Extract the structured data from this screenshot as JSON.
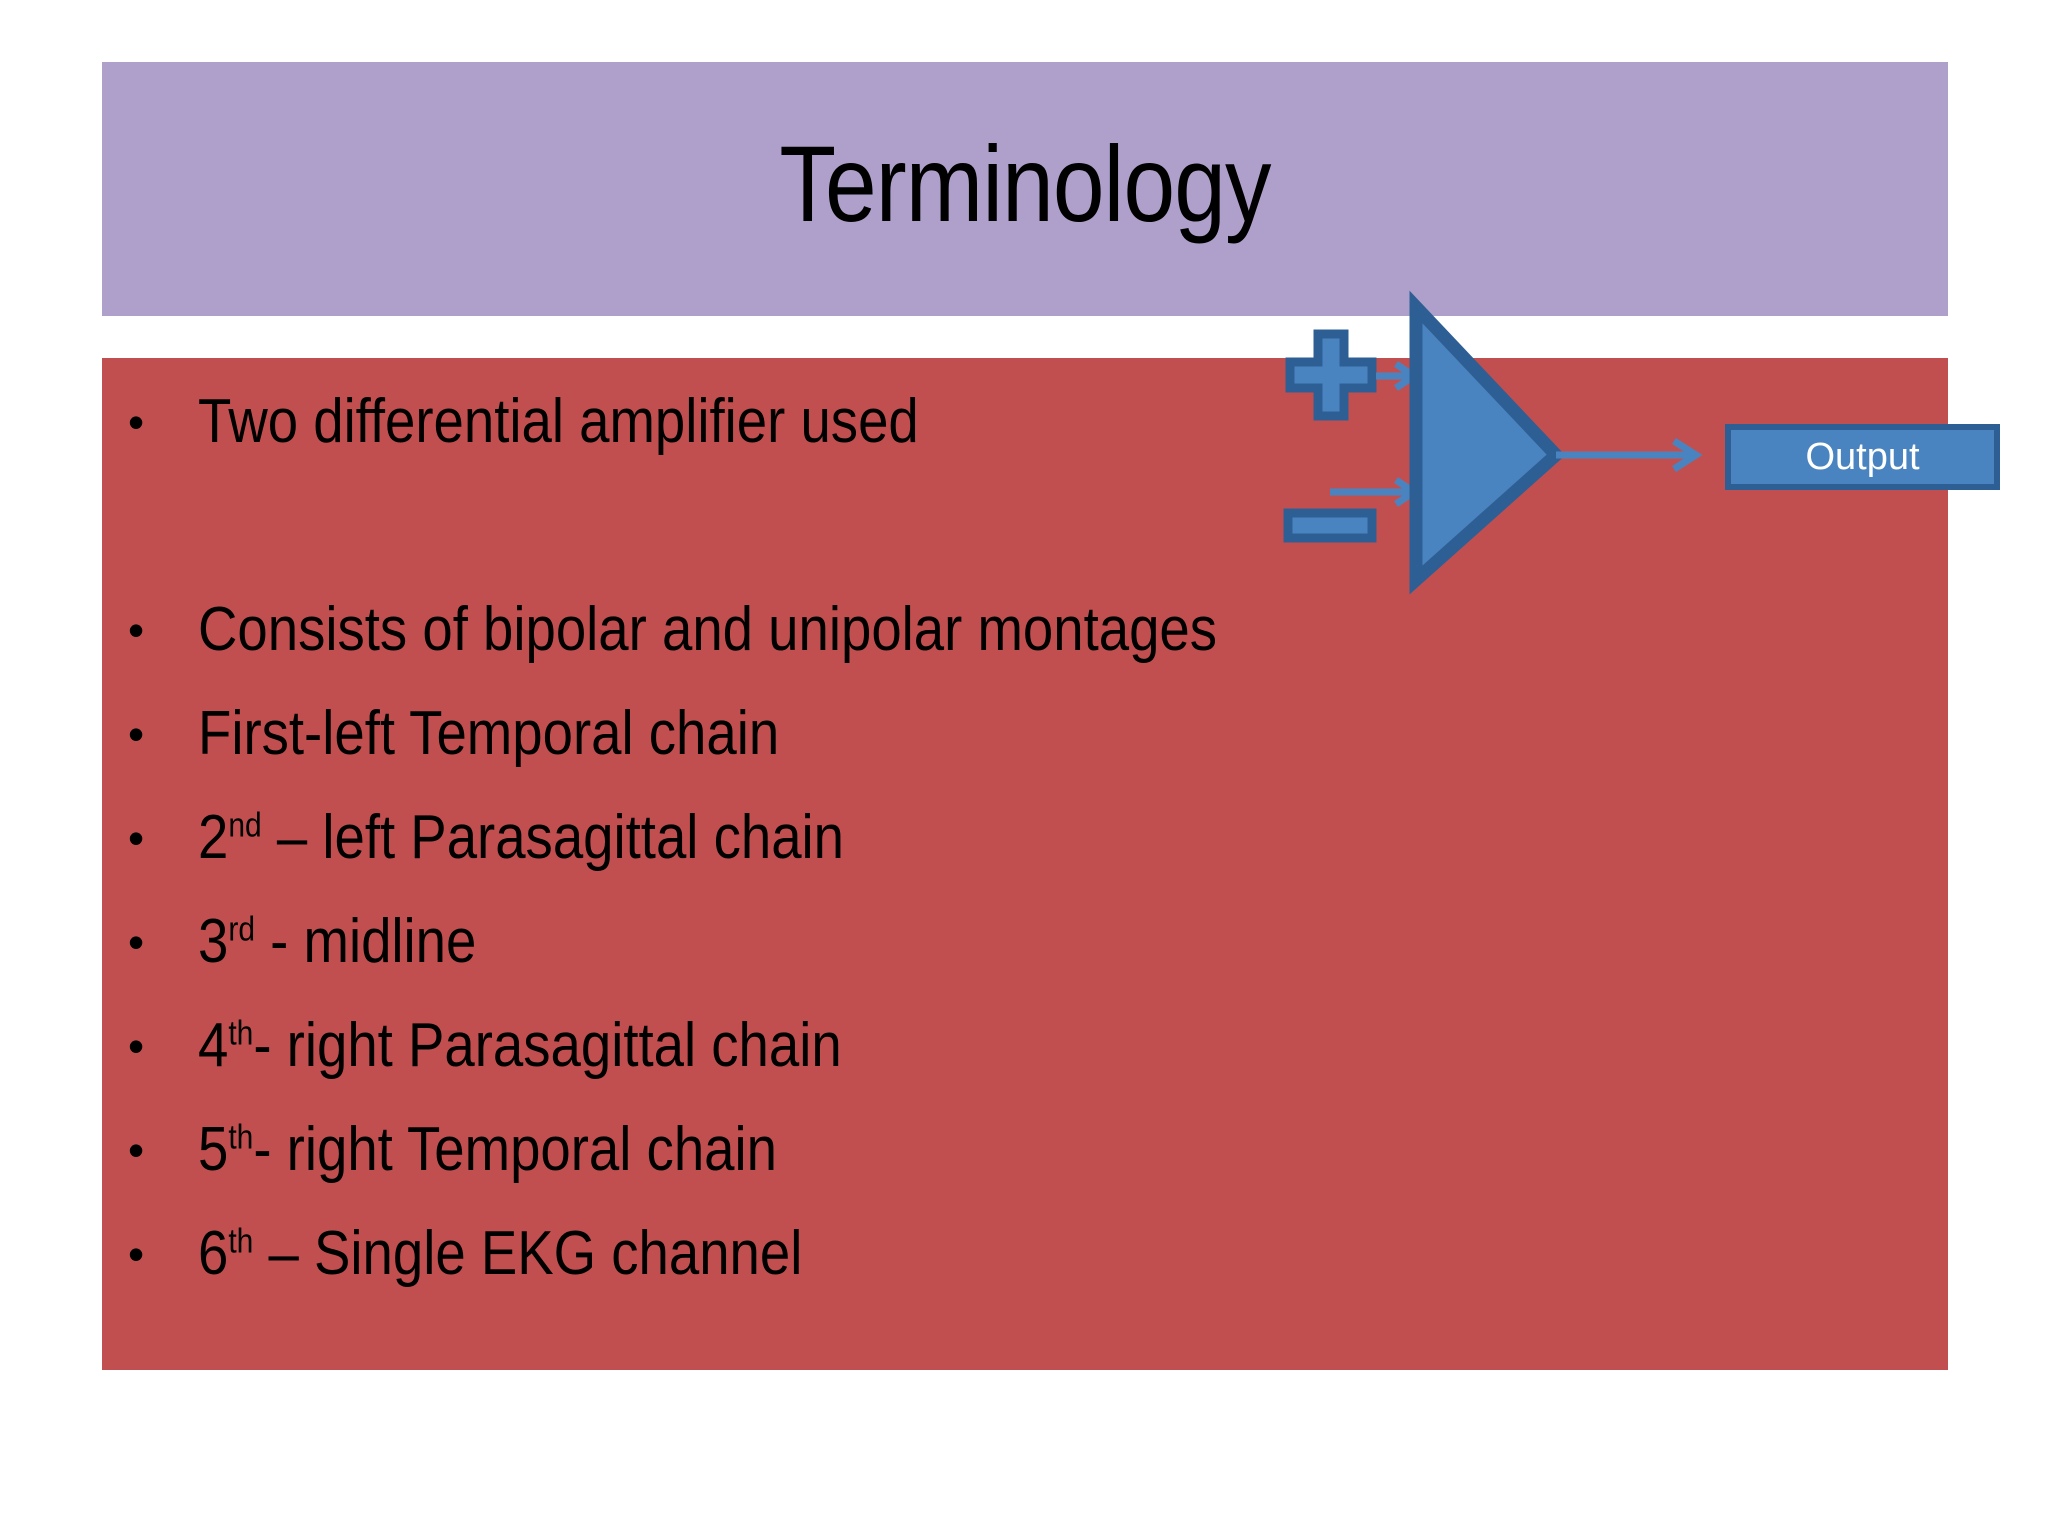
{
  "slide": {
    "title": "Terminology",
    "title_band_color": "#AFA0CB",
    "content_box_color": "#C24F4F",
    "background_color": "#FFFFFF",
    "text_color": "#000000"
  },
  "bullets": [
    {
      "id": "two-differential-amplifier-used",
      "prefix": "",
      "sup": "",
      "text": "Two differential amplifier used"
    },
    {
      "id": "consists-of-bipolar-and-unipolar-montages",
      "prefix": "",
      "sup": "",
      "text": "Consists of bipolar and unipolar montages"
    },
    {
      "id": "first-left-temporal-chain",
      "prefix": "",
      "sup": "",
      "text": "First-left Temporal chain"
    },
    {
      "id": "second-left-parasagittal-chain",
      "prefix": "2",
      "sup": "nd",
      "text": " – left Parasagittal chain"
    },
    {
      "id": "third-midline",
      "prefix": "3",
      "sup": "rd",
      "text": " -  midline"
    },
    {
      "id": "fourth-right-parasagittal-chain",
      "prefix": "4",
      "sup": "th",
      "text": "-  right Parasagittal chain"
    },
    {
      "id": "fifth-right-temporal-chain",
      "prefix": "5",
      "sup": "th",
      "text": "- right Temporal chain"
    },
    {
      "id": "sixth-single-ekg-channel",
      "prefix": "6",
      "sup": "th",
      "text": " – Single EKG channel"
    }
  ],
  "bullet_glyph": "•",
  "diagram": {
    "name": "differential-amplifier-diagram",
    "triangle_fill": "#4A84C0",
    "triangle_stroke": "#2E5F94",
    "sign_fill": "#4A84C0",
    "sign_stroke": "#2E5F94",
    "arrow_color": "#4A84C0",
    "plus_sign_label": "+",
    "minus_sign_label": "−",
    "output": {
      "label": "Output",
      "fill": "#4A84C0",
      "border": "#2E5F94",
      "text_color": "#FFFFFF"
    }
  }
}
